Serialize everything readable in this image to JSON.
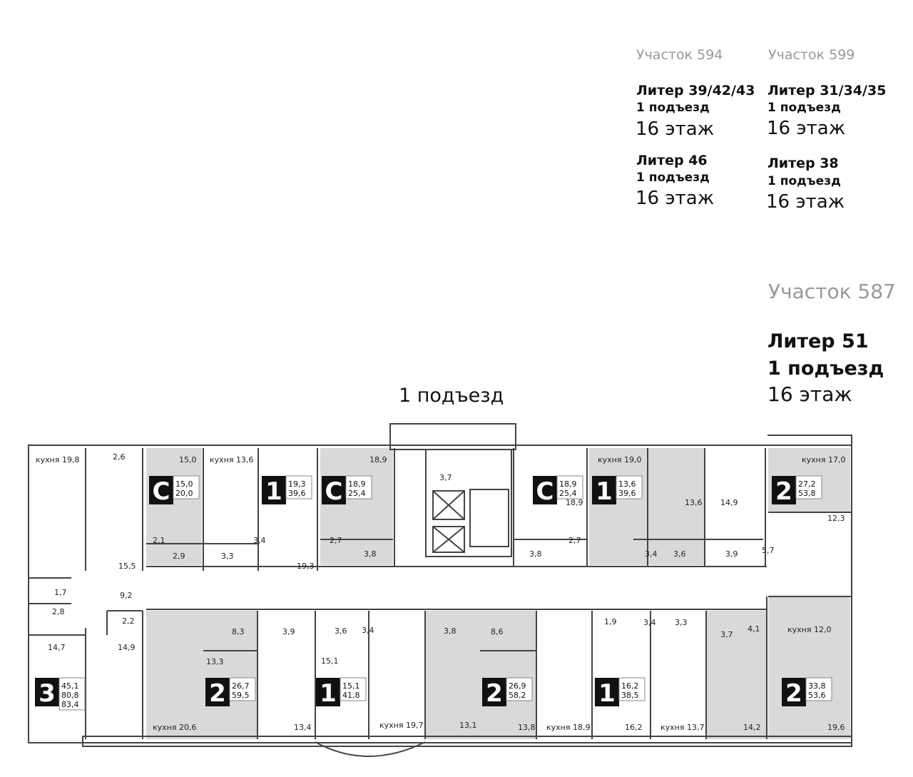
{
  "info": {
    "lot594": {
      "title": "Участок 594",
      "blocks": [
        {
          "liter": "Литер 39/42/43",
          "entrance": "1 подъезд",
          "floor": "16 этаж"
        },
        {
          "liter": "Литер 46",
          "entrance": "1 подъезд",
          "floor": "16 этаж"
        }
      ]
    },
    "lot599": {
      "title": "Участок 599",
      "blocks": [
        {
          "liter": "Литер 31/34/35",
          "entrance": "1 подъезд",
          "floor": "16 этаж"
        },
        {
          "liter": "Литер 38",
          "entrance": "1 подъезд",
          "floor": "16 этаж"
        }
      ]
    },
    "lot587": {
      "title": "Участок 587",
      "liter": "Литер 51",
      "entrance": "1 подъезд",
      "floor": "16 этаж"
    }
  },
  "plan": {
    "entrance_label": "1 подъезд",
    "colors": {
      "wall": "#444444",
      "apartment_fill": "#d9d9d9",
      "badge": "#111111"
    },
    "apartments": [
      {
        "type": "С",
        "areas": [
          "15,0",
          "20,0"
        ]
      },
      {
        "type": "1",
        "areas": [
          "19,3",
          "39,6"
        ]
      },
      {
        "type": "С",
        "areas": [
          "18,9",
          "25,4"
        ]
      },
      {
        "type": "С",
        "areas": [
          "18,9",
          "25,4"
        ]
      },
      {
        "type": "1",
        "areas": [
          "13,6",
          "39,6"
        ]
      },
      {
        "type": "2",
        "areas": [
          "27,2",
          "53,8"
        ]
      },
      {
        "type": "3",
        "areas": [
          "45,1",
          "80,8",
          "83,4"
        ]
      },
      {
        "type": "2",
        "areas": [
          "26,7",
          "59,5"
        ]
      },
      {
        "type": "1",
        "areas": [
          "15,1",
          "41,8"
        ]
      },
      {
        "type": "2",
        "areas": [
          "26,9",
          "58,2"
        ]
      },
      {
        "type": "1",
        "areas": [
          "16,2",
          "38,5"
        ]
      },
      {
        "type": "2",
        "areas": [
          "33,8",
          "53,6"
        ]
      }
    ],
    "room_labels": [
      "кухня 19,8",
      "2,6",
      "15,0",
      "кухня 13,6",
      "18,9",
      "3,7",
      "кухня 19,0",
      "кухня 17,0",
      "18,9",
      "13,6",
      "14,9",
      "12,3",
      "15,5",
      "2,1",
      "2,9",
      "3,3",
      "3,4",
      "19,3",
      "2,7",
      "3,8",
      "3,8",
      "2,7",
      "3,4",
      "3,6",
      "3,9",
      "5,7",
      "1,7",
      "9,2",
      "2,8",
      "2,2",
      "8,3",
      "3,9",
      "3,6",
      "3,4",
      "3,8",
      "8,6",
      "1,9",
      "3,4",
      "3,3",
      "3,7",
      "4,1",
      "кухня 12,0",
      "14,7",
      "14,9",
      "13,3",
      "15,1",
      "кухня 20,6",
      "13,4",
      "кухня 19,7",
      "13,1",
      "13,8",
      "кухня 18,9",
      "16,2",
      "кухня 13,7",
      "14,2",
      "19,6"
    ]
  }
}
